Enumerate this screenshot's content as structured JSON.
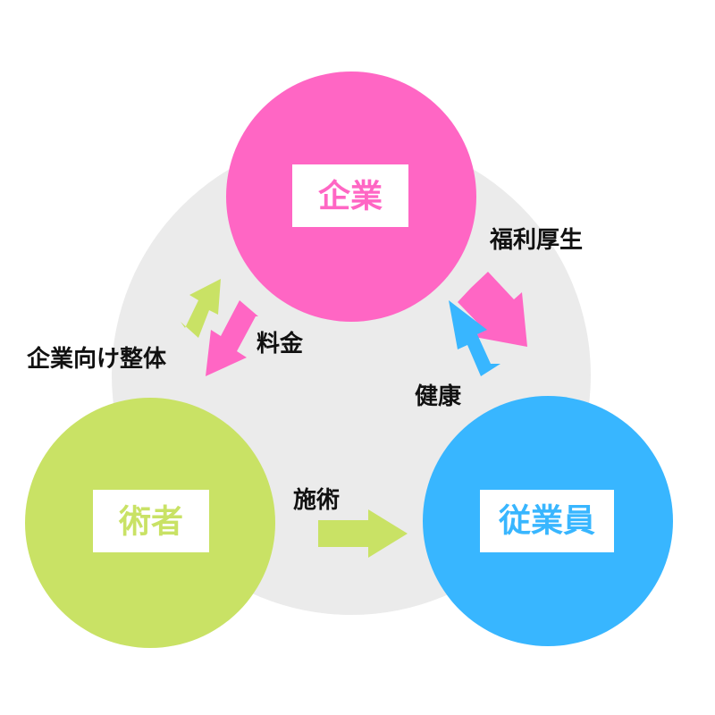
{
  "colors": {
    "company": "#ff66c4",
    "practitioner": "#c9e265",
    "employee": "#38b6ff",
    "background_circle": "#ebebeb",
    "text": "#111111"
  },
  "nodes": {
    "company": "企業",
    "practitioner": "術者",
    "employee": "従業員"
  },
  "flows": {
    "welfare": "福利厚生",
    "health": "健康",
    "fee": "料金",
    "corporate_seitai": "企業向け整体",
    "treatment": "施術"
  }
}
